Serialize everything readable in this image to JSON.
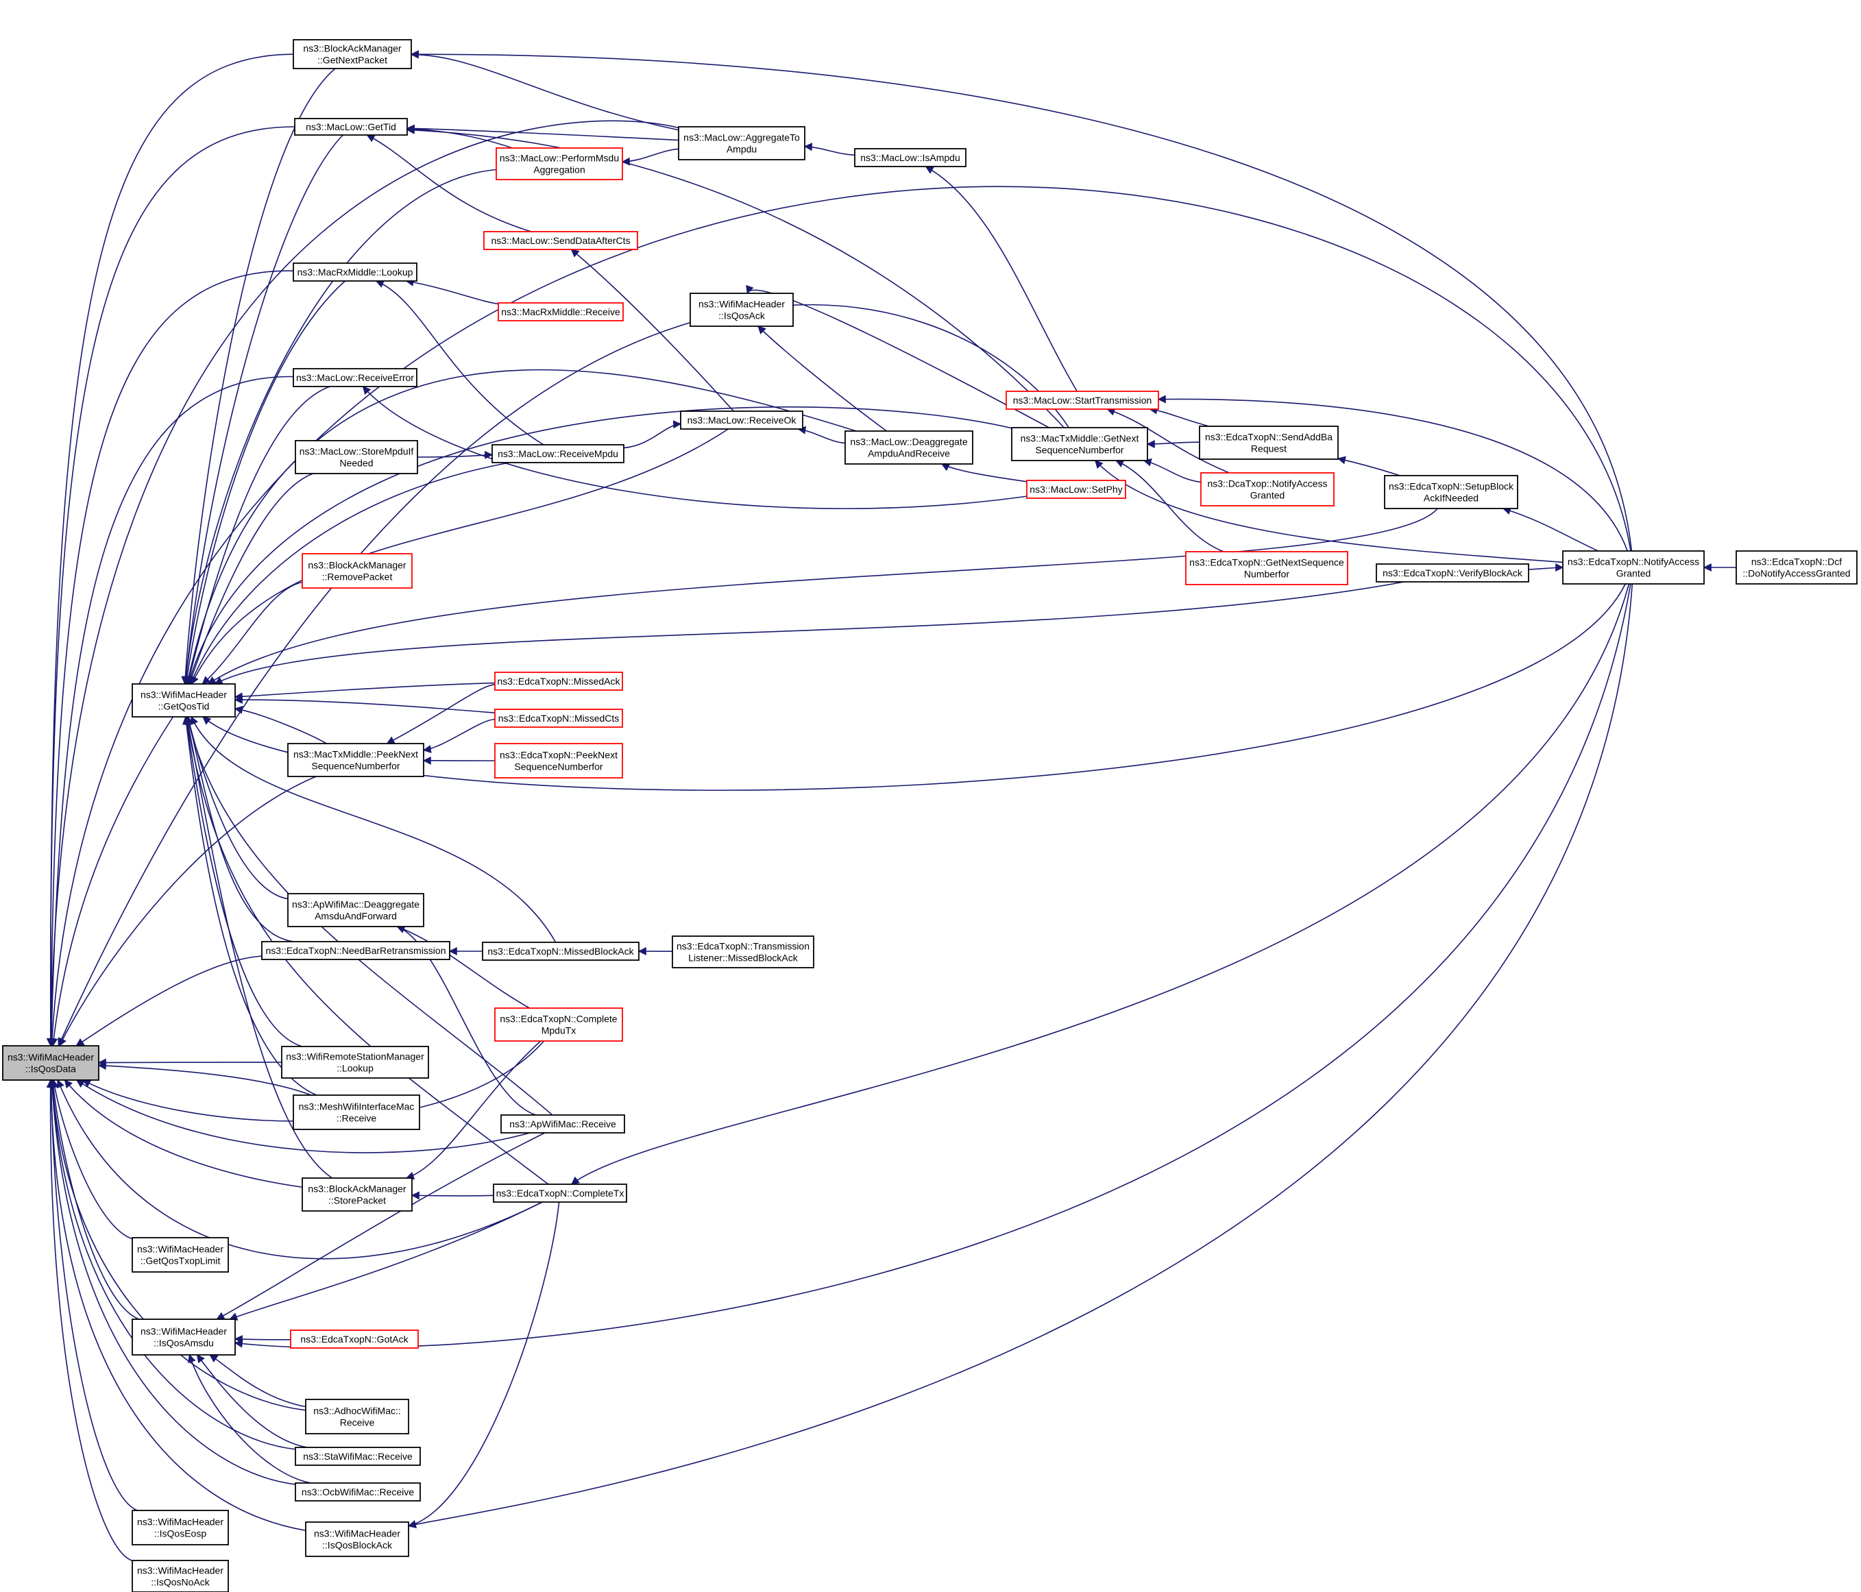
{
  "colors": {
    "edge": "#191970",
    "node_border": "#000000",
    "node_border_truncated": "#ff0000",
    "focus_fill": "#bfbfbf",
    "node_fill": "#ffffff"
  },
  "nodes": [
    {
      "id": "isqosdata",
      "lines": [
        "ns3::WifiMacHeader",
        "::IsQosData"
      ],
      "style": "focus"
    },
    {
      "id": "bam_getnext",
      "lines": [
        "ns3::BlockAckManager",
        "::GetNextPacket"
      ],
      "style": "normal"
    },
    {
      "id": "ml_gettid",
      "lines": [
        "ns3::MacLow::GetTid"
      ],
      "style": "normal"
    },
    {
      "id": "ml_aggregate",
      "lines": [
        "ns3::MacLow::AggregateTo",
        "Ampdu"
      ],
      "style": "normal"
    },
    {
      "id": "ml_performmsdu",
      "lines": [
        "ns3::MacLow::PerformMsdu",
        "Aggregation"
      ],
      "style": "truncated"
    },
    {
      "id": "ml_isampdu",
      "lines": [
        "ns3::MacLow::IsAmpdu"
      ],
      "style": "normal"
    },
    {
      "id": "ml_senddata",
      "lines": [
        "ns3::MacLow::SendDataAfterCts"
      ],
      "style": "truncated"
    },
    {
      "id": "rxm_lookup",
      "lines": [
        "ns3::MacRxMiddle::Lookup"
      ],
      "style": "normal"
    },
    {
      "id": "rxm_receive",
      "lines": [
        "ns3::MacRxMiddle::Receive"
      ],
      "style": "truncated"
    },
    {
      "id": "wmh_isqosack",
      "lines": [
        "ns3::WifiMacHeader",
        "::IsQosAck"
      ],
      "style": "normal"
    },
    {
      "id": "ml_starttx",
      "lines": [
        "ns3::MacLow::StartTransmission"
      ],
      "style": "truncated"
    },
    {
      "id": "ml_receiveerror",
      "lines": [
        "ns3::MacLow::ReceiveError"
      ],
      "style": "normal"
    },
    {
      "id": "ml_receiveok",
      "lines": [
        "ns3::MacLow::ReceiveOk"
      ],
      "style": "normal"
    },
    {
      "id": "ml_deaggregate",
      "lines": [
        "ns3::MacLow::Deaggregate",
        "AmpduAndReceive"
      ],
      "style": "normal"
    },
    {
      "id": "txm_getnext",
      "lines": [
        "ns3::MacTxMiddle::GetNext",
        "SequenceNumberfor"
      ],
      "style": "normal"
    },
    {
      "id": "edca_sendaddba",
      "lines": [
        "ns3::EdcaTxopN::SendAddBa",
        "Request"
      ],
      "style": "normal"
    },
    {
      "id": "ml_storempdu",
      "lines": [
        "ns3::MacLow::StoreMpduIf",
        "Needed"
      ],
      "style": "normal"
    },
    {
      "id": "ml_receivempdu",
      "lines": [
        "ns3::MacLow::ReceiveMpdu"
      ],
      "style": "normal"
    },
    {
      "id": "dcatxop_notify",
      "lines": [
        "ns3::DcaTxop::NotifyAccess",
        "Granted"
      ],
      "style": "truncated"
    },
    {
      "id": "edca_setupblock",
      "lines": [
        "ns3::EdcaTxopN::SetupBlock",
        "AckIfNeeded"
      ],
      "style": "normal"
    },
    {
      "id": "ml_setphy",
      "lines": [
        "ns3::MacLow::SetPhy"
      ],
      "style": "truncated"
    },
    {
      "id": "bam_removepacket",
      "lines": [
        "ns3::BlockAckManager",
        "::RemovePacket"
      ],
      "style": "truncated"
    },
    {
      "id": "edca_getnextseq",
      "lines": [
        "ns3::EdcaTxopN::GetNextSequence",
        "Numberfor"
      ],
      "style": "truncated"
    },
    {
      "id": "edca_notify",
      "lines": [
        "ns3::EdcaTxopN::NotifyAccess",
        "Granted"
      ],
      "style": "normal"
    },
    {
      "id": "edca_dcf",
      "lines": [
        "ns3::EdcaTxopN::Dcf",
        "::DoNotifyAccessGranted"
      ],
      "style": "normal"
    },
    {
      "id": "edca_verifyblock",
      "lines": [
        "ns3::EdcaTxopN::VerifyBlockAck"
      ],
      "style": "normal"
    },
    {
      "id": "wmh_getqostid",
      "lines": [
        "ns3::WifiMacHeader",
        "::GetQosTid"
      ],
      "style": "normal"
    },
    {
      "id": "edca_missedack",
      "lines": [
        "ns3::EdcaTxopN::MissedAck"
      ],
      "style": "truncated"
    },
    {
      "id": "edca_missedcts",
      "lines": [
        "ns3::EdcaTxopN::MissedCts"
      ],
      "style": "truncated"
    },
    {
      "id": "txm_peeknext",
      "lines": [
        "ns3::MacTxMiddle::PeekNext",
        "SequenceNumberfor"
      ],
      "style": "normal"
    },
    {
      "id": "edca_peeknext",
      "lines": [
        "ns3::EdcaTxopN::PeekNext",
        "SequenceNumberfor"
      ],
      "style": "truncated"
    },
    {
      "id": "ap_deaggregate",
      "lines": [
        "ns3::ApWifiMac::Deaggregate",
        "AmsduAndForward"
      ],
      "style": "normal"
    },
    {
      "id": "edca_needbar",
      "lines": [
        "ns3::EdcaTxopN::NeedBarRetransmission"
      ],
      "style": "normal"
    },
    {
      "id": "edca_missedblockack",
      "lines": [
        "ns3::EdcaTxopN::MissedBlockAck"
      ],
      "style": "normal"
    },
    {
      "id": "edca_translistener",
      "lines": [
        "ns3::EdcaTxopN::Transmission",
        "Listener::MissedBlockAck"
      ],
      "style": "normal"
    },
    {
      "id": "edca_completempdu",
      "lines": [
        "ns3::EdcaTxopN::Complete",
        "MpduTx"
      ],
      "style": "truncated"
    },
    {
      "id": "wrsm_lookup",
      "lines": [
        "ns3::WifiRemoteStationManager",
        "::Lookup"
      ],
      "style": "normal"
    },
    {
      "id": "mesh_receive",
      "lines": [
        "ns3::MeshWifiInterfaceMac",
        "::Receive"
      ],
      "style": "normal"
    },
    {
      "id": "ap_receive",
      "lines": [
        "ns3::ApWifiMac::Receive"
      ],
      "style": "normal"
    },
    {
      "id": "bam_storepacket",
      "lines": [
        "ns3::BlockAckManager",
        "::StorePacket"
      ],
      "style": "normal"
    },
    {
      "id": "edca_completetx",
      "lines": [
        "ns3::EdcaTxopN::CompleteTx"
      ],
      "style": "normal"
    },
    {
      "id": "wmh_getqostxop",
      "lines": [
        "ns3::WifiMacHeader",
        "::GetQosTxopLimit"
      ],
      "style": "normal"
    },
    {
      "id": "wmh_isqosamsdu",
      "lines": [
        "ns3::WifiMacHeader",
        "::IsQosAmsdu"
      ],
      "style": "normal"
    },
    {
      "id": "edca_gotack",
      "lines": [
        "ns3::EdcaTxopN::GotAck"
      ],
      "style": "truncated"
    },
    {
      "id": "adhoc_receive",
      "lines": [
        "ns3::AdhocWifiMac::",
        "Receive"
      ],
      "style": "normal"
    },
    {
      "id": "sta_receive",
      "lines": [
        "ns3::StaWifiMac::Receive"
      ],
      "style": "normal"
    },
    {
      "id": "ocb_receive",
      "lines": [
        "ns3::OcbWifiMac::Receive"
      ],
      "style": "normal"
    },
    {
      "id": "wmh_isqoseosp",
      "lines": [
        "ns3::WifiMacHeader",
        "::IsQosEosp"
      ],
      "style": "normal"
    },
    {
      "id": "wmh_isqosblockack",
      "lines": [
        "ns3::WifiMacHeader",
        "::IsQosBlockAck"
      ],
      "style": "normal"
    },
    {
      "id": "wmh_isqosnoack",
      "lines": [
        "ns3::WifiMacHeader",
        "::IsQosNoAck"
      ],
      "style": "normal"
    }
  ]
}
